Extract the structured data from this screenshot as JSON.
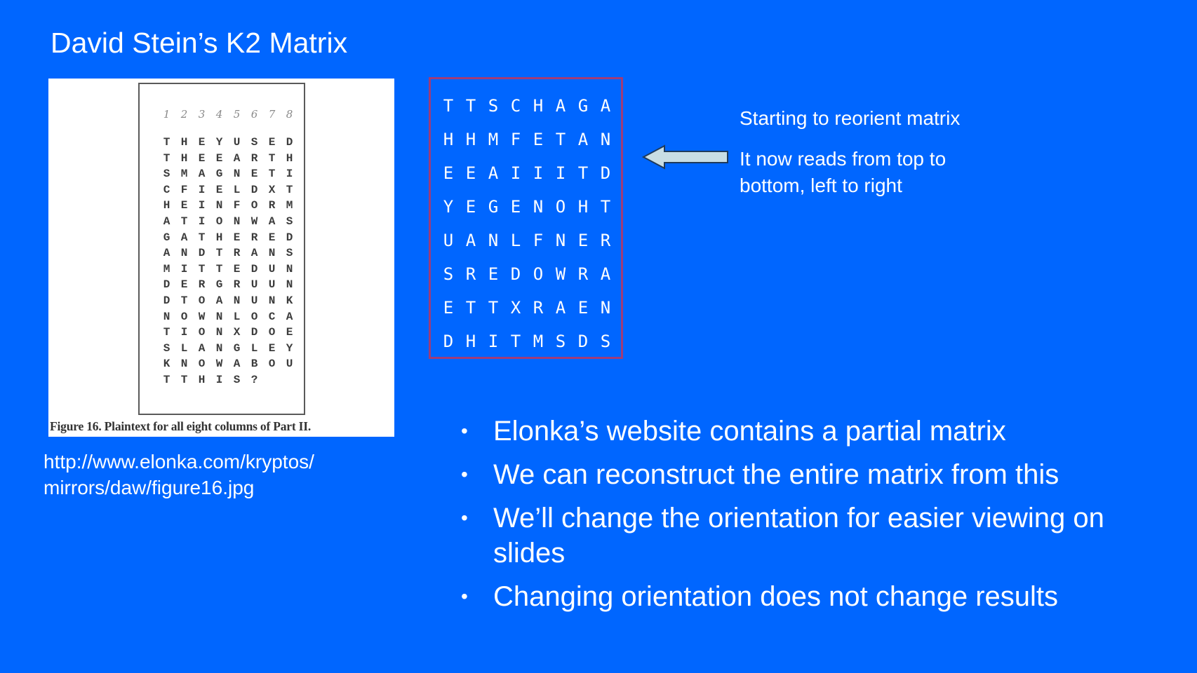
{
  "slide": {
    "title": "David Stein’s K2 Matrix",
    "background_color": "#0066ff"
  },
  "figure": {
    "column_numbers": [
      "1",
      "2",
      "3",
      "4",
      "5",
      "6",
      "7",
      "8"
    ],
    "rows": [
      [
        "T",
        "H",
        "E",
        "Y",
        "U",
        "S",
        "E",
        "D"
      ],
      [
        "T",
        "H",
        "E",
        "E",
        "A",
        "R",
        "T",
        "H"
      ],
      [
        "S",
        "M",
        "A",
        "G",
        "N",
        "E",
        "T",
        "I"
      ],
      [
        "C",
        "F",
        "I",
        "E",
        "L",
        "D",
        "X",
        "T"
      ],
      [
        "H",
        "E",
        "I",
        "N",
        "F",
        "O",
        "R",
        "M"
      ],
      [
        "A",
        "T",
        "I",
        "O",
        "N",
        "W",
        "A",
        "S"
      ],
      [
        "G",
        "A",
        "T",
        "H",
        "E",
        "R",
        "E",
        "D"
      ],
      [
        "A",
        "N",
        "D",
        "T",
        "R",
        "A",
        "N",
        "S"
      ],
      [
        "M",
        "I",
        "T",
        "T",
        "E",
        "D",
        "U",
        "N"
      ],
      [
        "D",
        "E",
        "R",
        "G",
        "R",
        "U",
        "U",
        "N"
      ],
      [
        "D",
        "T",
        "O",
        "A",
        "N",
        "U",
        "N",
        "K"
      ],
      [
        "N",
        "O",
        "W",
        "N",
        "L",
        "O",
        "C",
        "A"
      ],
      [
        "T",
        "I",
        "O",
        "N",
        "X",
        "D",
        "O",
        "E"
      ],
      [
        "S",
        "L",
        "A",
        "N",
        "G",
        "L",
        "E",
        "Y"
      ],
      [
        "K",
        "N",
        "O",
        "W",
        "A",
        "B",
        "O",
        "U"
      ],
      [
        "T",
        "T",
        "H",
        "I",
        "S",
        "?",
        "",
        ""
      ]
    ],
    "caption": "Figure 16.  Plaintext for all eight columns of Part II."
  },
  "source": {
    "line1": "http://www.elonka.com/kryptos/",
    "line2": "mirrors/daw/figure16.jpg"
  },
  "matrix": {
    "border_color": "#a03c78",
    "rows": [
      [
        "T",
        "T",
        "S",
        "C",
        "H",
        "A",
        "G",
        "A"
      ],
      [
        "H",
        "H",
        "M",
        "F",
        "E",
        "T",
        "A",
        "N"
      ],
      [
        "E",
        "E",
        "A",
        "I",
        "I",
        "I",
        "T",
        "D"
      ],
      [
        "Y",
        "E",
        "G",
        "E",
        "N",
        "O",
        "H",
        "T"
      ],
      [
        "U",
        "A",
        "N",
        "L",
        "F",
        "N",
        "E",
        "R"
      ],
      [
        "S",
        "R",
        "E",
        "D",
        "O",
        "W",
        "R",
        "A"
      ],
      [
        "E",
        "T",
        "T",
        "X",
        "R",
        "A",
        "E",
        "N"
      ],
      [
        "D",
        "H",
        "I",
        "T",
        "M",
        "S",
        "D",
        "S"
      ]
    ]
  },
  "arrow": {
    "icon": "left-arrow-icon",
    "fill": "#c8dde4",
    "stroke": "#1f3a5a"
  },
  "annotation": {
    "line1": "Starting to reorient matrix",
    "line2": "It now reads from top to bottom, left to right"
  },
  "bullets": [
    "Elonka’s website contains a partial matrix",
    "We can reconstruct the entire matrix from this",
    "We’ll change the orientation for easier viewing on slides",
    "Changing orientation does not change results"
  ],
  "bullet_glyph": "•"
}
